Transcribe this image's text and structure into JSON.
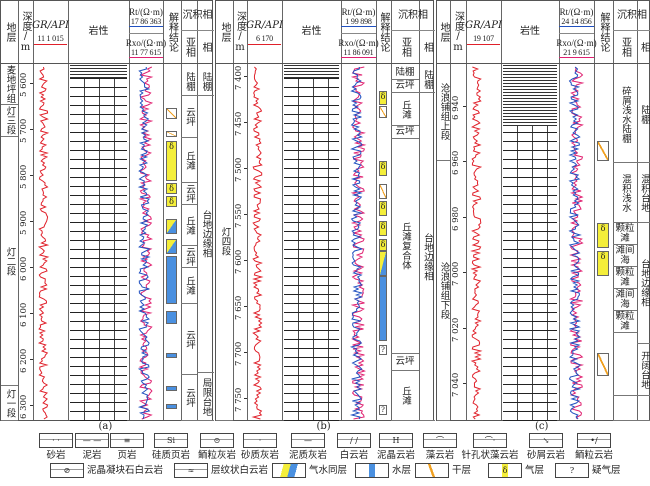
{
  "headers": {
    "strata": "地层",
    "depth": "深度/m",
    "gr": "GR/API",
    "litho": "岩性",
    "rt": "Rt/(Ω·m)",
    "rxo": "Rxo/(Ω·m)",
    "interp": "解释结论",
    "facies": "沉积相",
    "subfacies": "亚相",
    "faciesCol": "相"
  },
  "panels": [
    {
      "caption": "(a)",
      "gr_range": "11 1 015",
      "rt_range": "17 86 363",
      "rxo_range": "11 77 615",
      "depth_ticks": [
        "5 600",
        "5 700",
        "5 800",
        "5 900",
        "6 000",
        "6 100",
        "6 200",
        "6 300"
      ],
      "strata": [
        "麦地坪组",
        "灯三段",
        "灯二段",
        "灯一段"
      ],
      "subfacies": [
        "陆棚",
        "云坪",
        "丘滩",
        "云坪",
        "丘滩",
        "云坪",
        "丘滩",
        "云坪",
        "云坪"
      ],
      "facies": [
        "陆棚",
        "台地边缘相",
        "局限台地"
      ]
    },
    {
      "caption": "(b)",
      "gr_range": "6 170",
      "rt_range": "1 99 898",
      "rxo_range": "11 86 091",
      "depth_ticks": [
        "7 400",
        "7 450",
        "7 500",
        "7 550",
        "7 600",
        "7 650",
        "7 700",
        "7 750"
      ],
      "strata": [
        "灯四段"
      ],
      "subfacies": [
        "陆棚",
        "云坪",
        "丘滩",
        "云坪",
        "丘滩复合体",
        "云坪",
        "丘滩"
      ],
      "facies": [
        "陆棚",
        "台地边缘相"
      ]
    },
    {
      "caption": "(c)",
      "gr_range": "19 107",
      "rt_range": "24 14 856",
      "rxo_range": "21 9 615",
      "depth_ticks": [
        "6 940",
        "6 960",
        "6 980",
        "7 000",
        "7 020",
        "7 040"
      ],
      "strata": [
        "沧浪铺组上段",
        "沧浪铺组下段"
      ],
      "subfacies": [
        "碎屑浅水陆棚",
        "混积浅水",
        "颗粒滩",
        "滩间海",
        "颗粒滩",
        "滩间海",
        "颗粒滩",
        "",
        ""
      ],
      "facies": [
        "陆棚",
        "混积台地",
        "台地边缘相",
        "开阔台地",
        ""
      ]
    }
  ],
  "legend": [
    {
      "label": "砂岩",
      "sym": "· ·"
    },
    {
      "label": "泥岩",
      "sym": "— —"
    },
    {
      "label": "页岩",
      "sym": "≡"
    },
    {
      "label": "硅质页岩",
      "sym": "Si"
    },
    {
      "label": "鲕粒灰岩",
      "sym": "⊙"
    },
    {
      "label": "砂质灰岩",
      "sym": "·"
    },
    {
      "label": "泥质灰岩",
      "sym": "—"
    },
    {
      "label": "白云岩",
      "sym": "/ /"
    },
    {
      "label": "泥晶云岩",
      "sym": "H"
    },
    {
      "label": "藻云岩",
      "sym": "⌒"
    },
    {
      "label": "针孔状藻云岩",
      "sym": "⌒·"
    },
    {
      "label": "砂屑云岩",
      "sym": "↘"
    },
    {
      "label": "鲕粒云岩",
      "sym": "•/"
    },
    {
      "label": "泥晶凝块石白云岩",
      "sym": "⊘"
    },
    {
      "label": "层纹状白云岩",
      "sym": "≈"
    },
    {
      "label": "气水同层",
      "sym": ""
    },
    {
      "label": "水层",
      "sym": ""
    },
    {
      "label": "干层",
      "sym": ""
    },
    {
      "label": "气层",
      "sym": "δ"
    },
    {
      "label": "疑气层",
      "sym": "?"
    }
  ],
  "colors": {
    "gr": "#e0202a",
    "rt": "#2050c0",
    "rxo": "#e02070",
    "gas": "#f4ee3a",
    "water": "#4a90e0",
    "dry": "#f0a020"
  }
}
